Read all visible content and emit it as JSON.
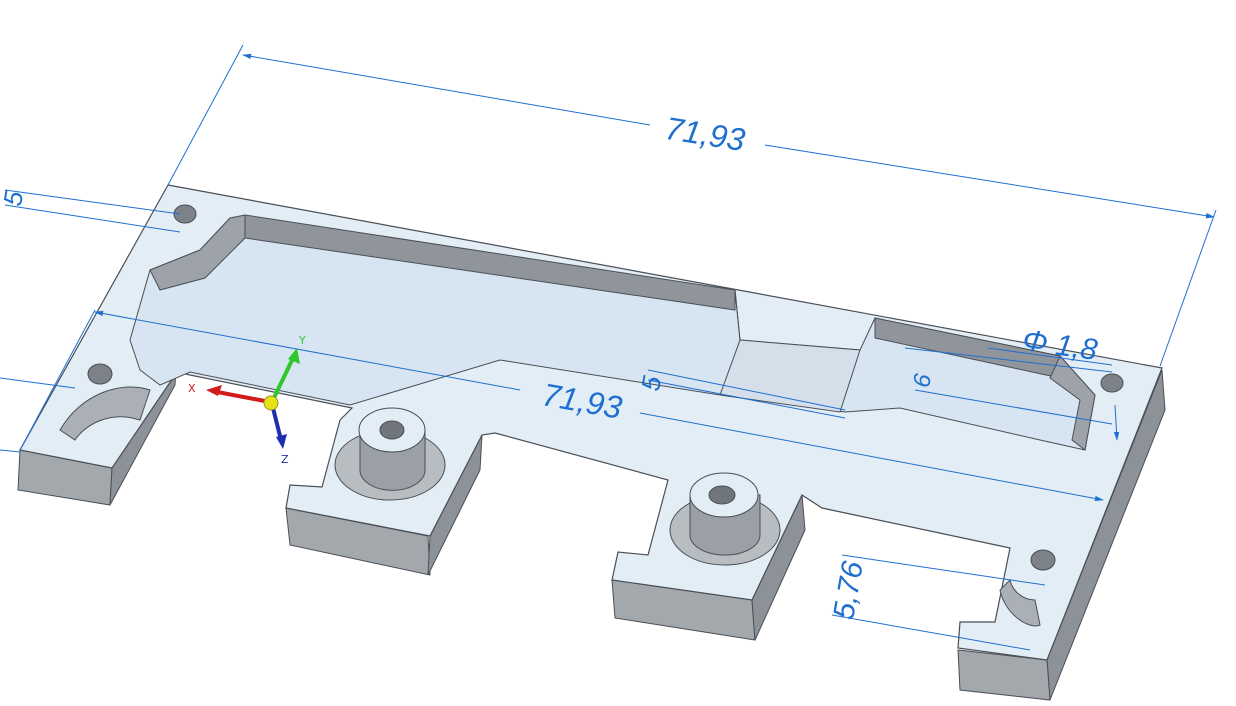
{
  "model": {
    "face_color": "#e3edf6",
    "side_color": "#a3a8ad",
    "edge_color": "#4a4f55",
    "dimension_color": "#1f6fd0"
  },
  "dimensions": {
    "top_length": "71,93",
    "mid_length": "71,93",
    "hole_diameter": "Φ 1,8",
    "lower_right": "5,76",
    "upper_left_small": "5",
    "center_small": "5",
    "right_small": "6"
  },
  "triad": {
    "x_label": "X",
    "y_label": "Y",
    "z_label": "Z",
    "x_color": "#d21b1b",
    "y_color": "#2ec82e",
    "z_color": "#1b2fb0",
    "origin_color": "#e5e21a"
  }
}
